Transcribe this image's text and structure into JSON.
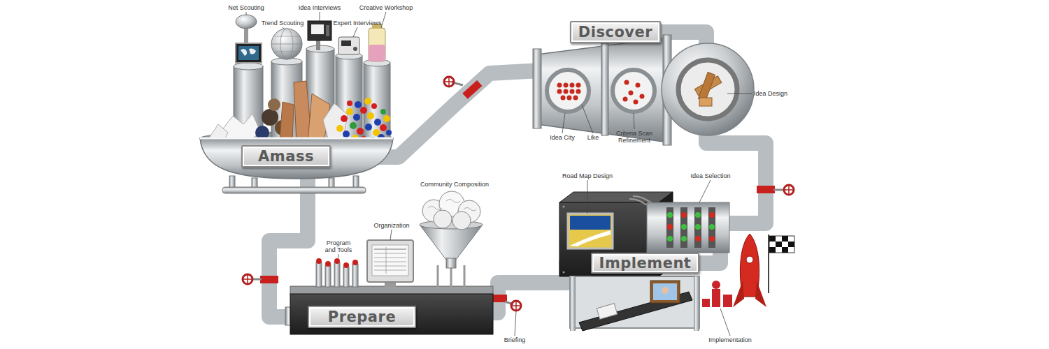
{
  "diagram": {
    "nodes": [
      {
        "text": [
          "Amass"
        ]
      },
      {
        "text": [
          "Discover"
        ]
      },
      {
        "text": [
          "Implement"
        ]
      },
      {
        "text": [
          "Prepare"
        ]
      }
    ],
    "edges": [
      {
        "from": 0,
        "to": 1,
        "arrow": "none"
      },
      {
        "from": 1,
        "to": 2,
        "arrow": "none"
      },
      {
        "from": 2,
        "to": 3,
        "arrow": "none"
      },
      {
        "from": 3,
        "to": 0,
        "arrow": "none"
      }
    ],
    "labels": [
      "Net Scouting",
      "Trend Scouting",
      "Idea Interviews",
      "Expert Interviews",
      "Creative Workshop",
      "Idea City",
      "Like",
      "Criteria Scan Refinement",
      "Idea Design",
      "Road Map Design",
      "Idea Selection",
      "Community Composition",
      "Organization",
      "Program and Tools",
      "Briefing",
      "Implementation"
    ]
  }
}
